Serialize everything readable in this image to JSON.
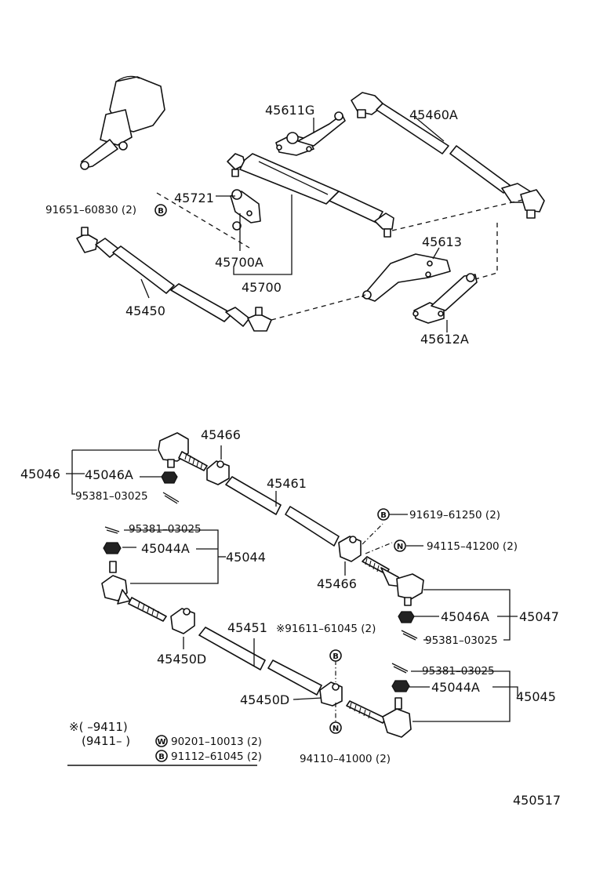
{
  "upper_assembly": {
    "labels": {
      "p45611g": "45611G",
      "p45460a": "45460A",
      "p45721": "45721",
      "p91651": "91651–60830 (2)",
      "p91651_mark": "B",
      "p45700a": "45700A",
      "p45700": "45700",
      "p45613": "45613",
      "p45450": "45450",
      "p45612a": "45612A"
    }
  },
  "lower_assembly": {
    "labels": {
      "p45466_top": "45466",
      "p45046": "45046",
      "p45046a_left": "45046A",
      "p95381_a": "95381–03025",
      "p45461": "45461",
      "p91619": "91619–61250 (2)",
      "p91619_mark": "B",
      "p94115": "94115–41200 (2)",
      "p94115_mark": "N",
      "p95381_b": "95381–03025",
      "p45044a_left": "45044A",
      "p45044": "45044",
      "p45466_mid": "45466",
      "p45046a_right": "45046A",
      "p45047": "45047",
      "p95381_c": "95381–03025",
      "p45451": "45451",
      "p91611": "※91611–61045 (2)",
      "p91611_mark": "B",
      "p45450d_left": "45450D",
      "p95381_d": "95381–03025",
      "p45044a_right": "45044A",
      "p45045": "45045",
      "p45450d_mid": "45450D",
      "p94110_mark": "N",
      "p94110": "94110–41000 (2)"
    }
  },
  "footnote": {
    "line1": "※(        –9411)",
    "line2": "(9411–        )",
    "mark_w": "W",
    "part_w": "90201–10013 (2)",
    "mark_b": "B",
    "part_b": "91112–61045 (2)"
  },
  "diagram_number": "450517"
}
